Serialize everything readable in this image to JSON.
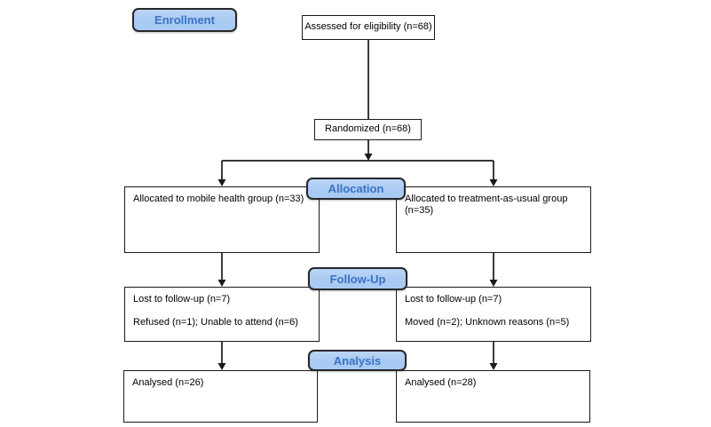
{
  "stages": {
    "enrollment": {
      "label": "Enrollment"
    },
    "allocation": {
      "label": "Allocation"
    },
    "followup": {
      "label": "Follow-Up"
    },
    "analysis": {
      "label": "Analysis"
    }
  },
  "nodes": {
    "assessed": "Assessed for eligibility (n=68)",
    "randomized": "Randomized (n=68)",
    "allocation_left": "Allocated to mobile health group (n=33)",
    "allocation_right": "Allocated to treatment-as-usual group (n=35)",
    "followup_left_line1": "Lost to follow-up (n=7)",
    "followup_left_line2": "Refused (n=1); Unable to attend (n=6)",
    "followup_right_line1": "Lost to follow-up (n=7)",
    "followup_right_line2": "Moved (n=2); Unknown reasons (n=5)",
    "analysis_left": "Analysed (n=26)",
    "analysis_right": "Analysed (n=28)"
  },
  "colors": {
    "badge_fill": "#a9caf2",
    "badge_border": "#26272b",
    "badge_text": "#3a73c5",
    "box_border": "#1a1a1a",
    "line": "#1a1a1a",
    "background": "#ffffff"
  }
}
